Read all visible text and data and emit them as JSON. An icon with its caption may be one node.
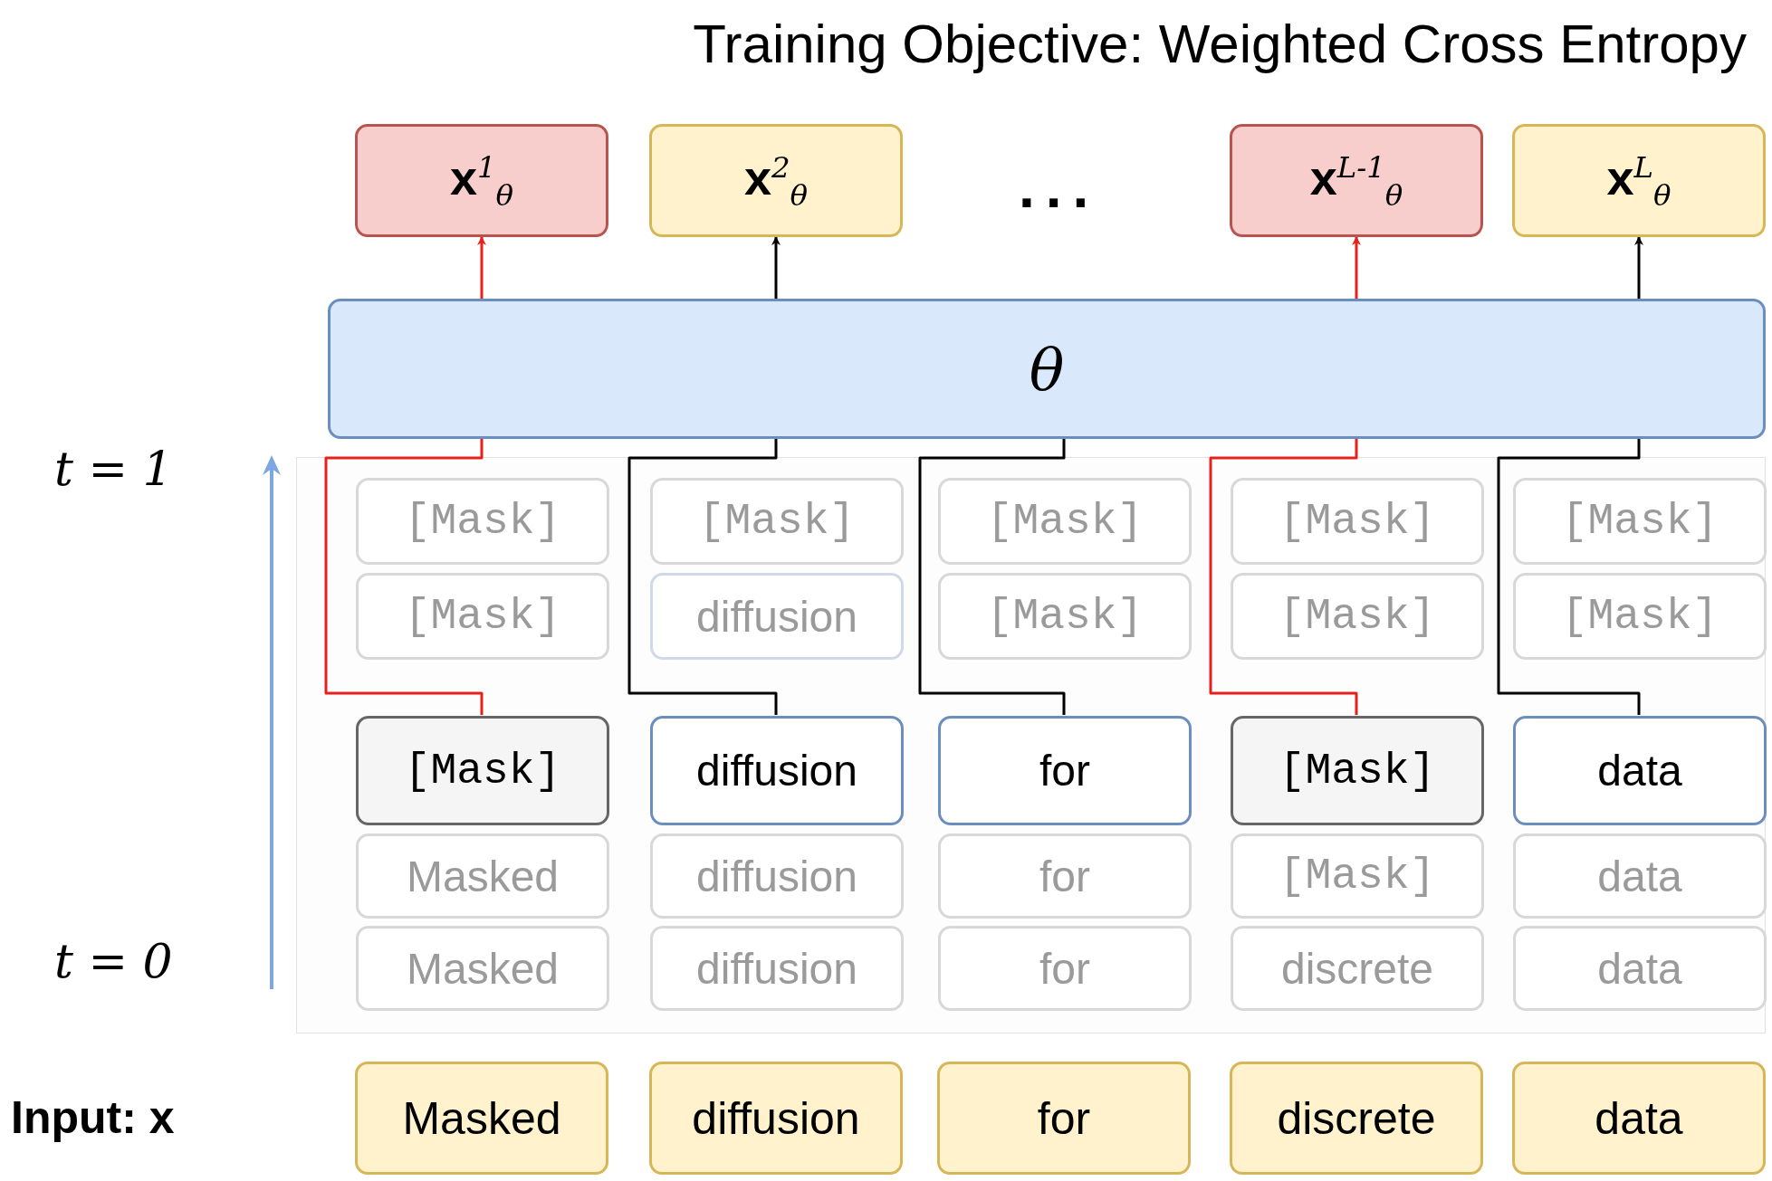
{
  "diagram": {
    "title": "Training Objective: Weighted Cross Entropy",
    "nodes": [
      {
        "text": [
          "**x**$^{1}$$_{θ}$"
        ]
      },
      {
        "text": [
          "**x**$^{2}$$_{θ}$"
        ]
      },
      {
        "text": [
          "**x**$^{L-1}$$_{θ}$"
        ]
      },
      {
        "text": [
          "**x**$^{L}$$_{θ}$"
        ]
      },
      {
        "text": [
          "θ"
        ]
      },
      {
        "text": [],
        "shape": "box"
      },
      {
        "text": [
          "[Mask]"
        ],
        "in": 5
      },
      {
        "text": [
          "[Mask]"
        ],
        "in": 5
      },
      {
        "text": [
          "[Mask]"
        ],
        "in": 5
      },
      {
        "text": [
          "[Mask]"
        ],
        "in": 5
      },
      {
        "text": [
          "[Mask]"
        ],
        "in": 5
      },
      {
        "text": [
          "[Mask]"
        ],
        "in": 5
      },
      {
        "text": [
          "diffusion"
        ],
        "in": 5
      },
      {
        "text": [
          "[Mask]"
        ],
        "in": 5
      },
      {
        "text": [
          "[Mask]"
        ],
        "in": 5
      },
      {
        "text": [
          "[Mask]"
        ],
        "in": 5
      },
      {
        "text": [
          "[Mask]"
        ],
        "in": 5
      },
      {
        "text": [
          "diffusion"
        ],
        "in": 5
      },
      {
        "text": [
          "for"
        ],
        "in": 5
      },
      {
        "text": [
          "[Mask]"
        ],
        "in": 5
      },
      {
        "text": [
          "data"
        ],
        "in": 5
      },
      {
        "text": [
          "Masked"
        ],
        "in": 5
      },
      {
        "text": [
          "diffusion"
        ],
        "in": 5
      },
      {
        "text": [
          "for"
        ],
        "in": 5
      },
      {
        "text": [
          "[Mask]"
        ],
        "in": 5
      },
      {
        "text": [
          "data"
        ],
        "in": 5
      },
      {
        "text": [
          "Masked"
        ],
        "in": 5
      },
      {
        "text": [
          "diffusion"
        ],
        "in": 5
      },
      {
        "text": [
          "for"
        ],
        "in": 5
      },
      {
        "text": [
          "discrete"
        ],
        "in": 5
      },
      {
        "text": [
          "data"
        ],
        "in": 5
      },
      {
        "text": [
          "Masked"
        ]
      },
      {
        "text": [
          "diffusion"
        ]
      },
      {
        "text": [
          "for"
        ]
      },
      {
        "text": [
          "discrete"
        ]
      },
      {
        "text": [
          "data"
        ]
      }
    ],
    "edges": [
      {
        "from": 16,
        "to": 4,
        "arrow": "none",
        "color": "#e8201c"
      },
      {
        "from": 17,
        "to": 4,
        "arrow": "none"
      },
      {
        "from": 18,
        "to": 4,
        "arrow": "none"
      },
      {
        "from": 19,
        "to": 4,
        "arrow": "none",
        "color": "#e8201c"
      },
      {
        "from": 20,
        "to": 4,
        "arrow": "none"
      },
      {
        "from": 4,
        "to": 0,
        "arrow": "to",
        "color": "#e8201c"
      },
      {
        "from": 4,
        "to": 1,
        "arrow": "to"
      },
      {
        "from": 4,
        "to": 2,
        "arrow": "to",
        "color": "#e8201c"
      },
      {
        "from": 4,
        "to": 3,
        "arrow": "to"
      }
    ],
    "labels": [
      "...",
      "t = 1",
      "t = 0",
      "Input: x"
    ]
  }
}
